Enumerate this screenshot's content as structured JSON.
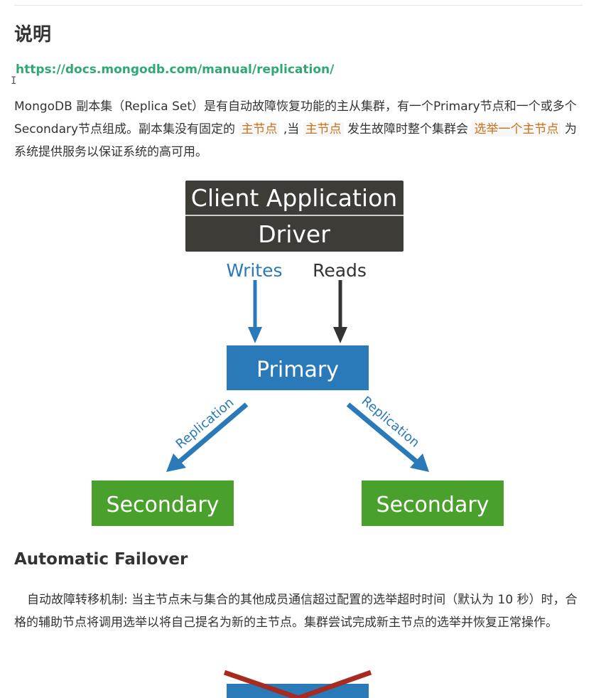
{
  "section": {
    "heading": "说明",
    "link": "https://docs.mongodb.com/manual/replication/",
    "intro_a": "MongoDB 副本集（Replica Set）是有自动故障恢复功能的主从集群，有一个Primary节点和一个或多个Secondary节点组成。副本集没有固定的 ",
    "intro_code1": "主节点",
    "intro_b": " ,当 ",
    "intro_code2": "主节点",
    "intro_c": " 发生故障时整个集群会 ",
    "intro_code3": "选举一个主节点",
    "intro_d": " 为系统提供服务以保证系统的高可用。"
  },
  "diagram": {
    "client_label": "Client Application",
    "driver_label": "Driver",
    "writes_label": "Writes",
    "reads_label": "Reads",
    "primary_label": "Primary",
    "replication_left": "Replication",
    "replication_right": "Replication",
    "secondary_left": "Secondary",
    "secondary_right": "Secondary",
    "colors": {
      "dark_box": "#3d3c36",
      "blue": "#2a79b8",
      "green": "#4aa02c",
      "arrow_dark": "#333333",
      "cross_red": "#a82b22"
    }
  },
  "failover": {
    "heading": "Automatic Failover",
    "text": "自动故障转移机制: 当主节点未与集合的其他成员通信超过配置的选举超时时间（默认为 10 秒）时，合格的辅助节点将调用选举以将自己提名为新的主节点。集群尝试完成新主节点的选举并恢复正常操作。"
  }
}
